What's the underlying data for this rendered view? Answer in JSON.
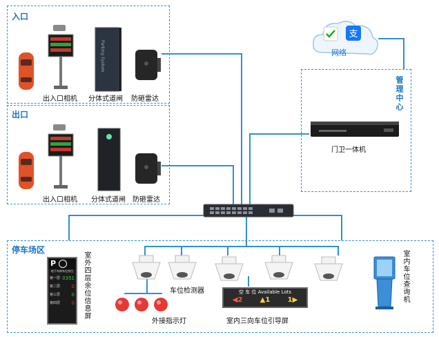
{
  "zones": {
    "entrance": {
      "title": "入口"
    },
    "exit": {
      "title": "出口"
    },
    "mgmt": {
      "title": "管理中心"
    },
    "parking": {
      "title": "停车场区"
    }
  },
  "labels": {
    "entry_camera": "出入口相机",
    "entry_barrier": "分体式道闸",
    "entry_radar": "防砸雷达",
    "exit_camera": "出入口相机",
    "exit_barrier": "分体式道闸",
    "exit_radar": "防砸雷达",
    "network": "网络",
    "kiosk_server": "门卫一体机",
    "outdoor_screen": "室外四层余位信息屏",
    "detector": "车位检测器",
    "indicator": "外接指示灯",
    "guide_screen": "室内三向车位引导屏",
    "query_terminal": "室内车位查询机",
    "barrier_brand": "Parking System"
  },
  "guide_screen_content": {
    "header": "空 车 位  Available Lots",
    "left": "2",
    "mid": "1",
    "right": "1"
  },
  "outdoor_screen_content": {
    "title": "地下车库车位余位",
    "rows": [
      {
        "floor": "第一层",
        "value": "0351"
      },
      {
        "floor": "第二层",
        "value": "0"
      },
      {
        "floor": "第三层",
        "value": "0"
      },
      {
        "floor": "第四层",
        "value": "0"
      }
    ]
  },
  "colors": {
    "zone_border": "#2e8fd6",
    "wire": "#2e8fd6",
    "title": "#1a73c9",
    "car": "#e0522a",
    "indicator": "#e53935"
  },
  "icons": [
    "car-icon",
    "camera-icon",
    "barrier-gate-icon",
    "radar-icon",
    "cloud-icon",
    "wechat-pay-icon",
    "alipay-icon",
    "server-icon",
    "network-switch-icon",
    "detector-icon",
    "indicator-light-icon",
    "led-screen-icon",
    "kiosk-icon"
  ]
}
